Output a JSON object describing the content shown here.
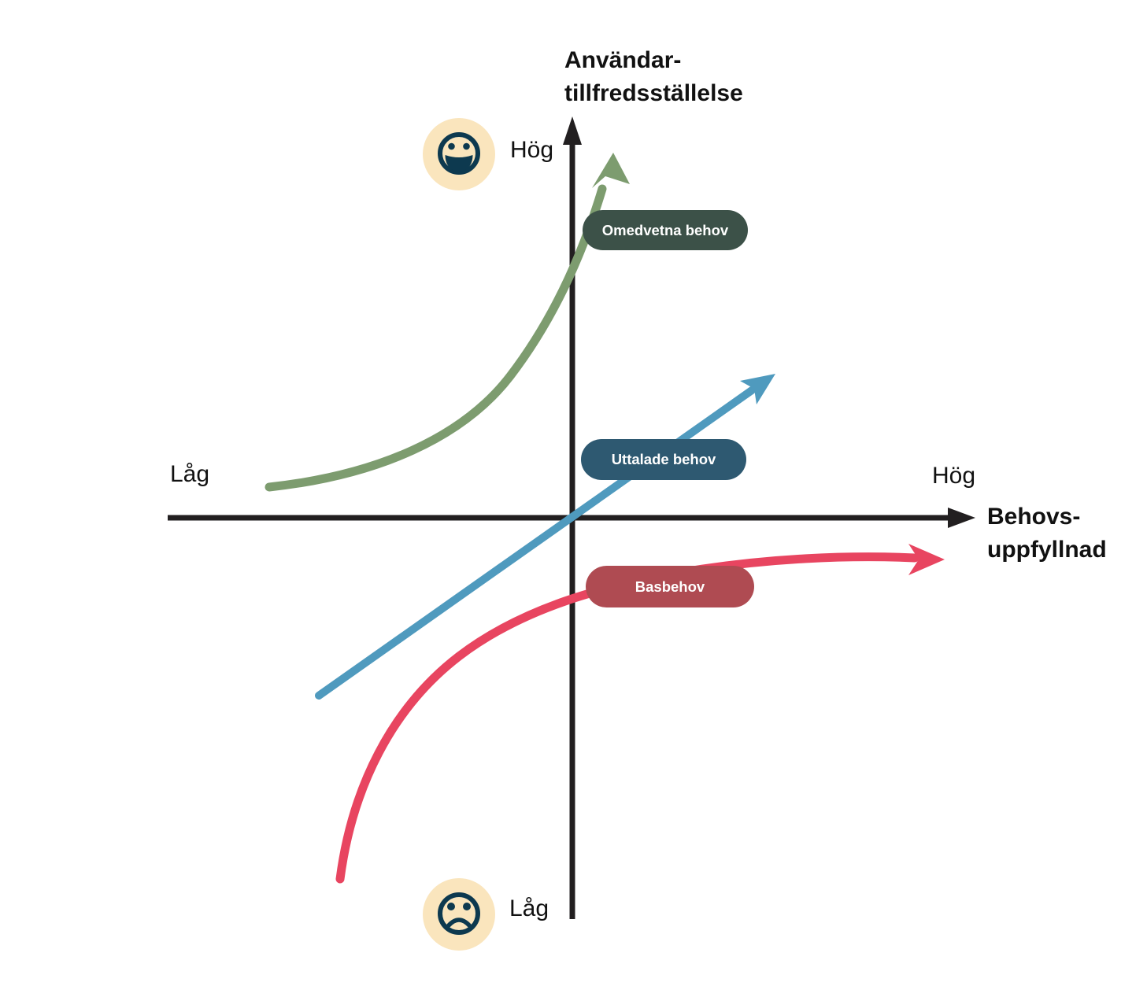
{
  "diagram": {
    "type": "kano-model-diagram",
    "background_color": "#FFFFFF",
    "axis_color": "#221F20",
    "label_color": "#111111",
    "pill_text_color": "#FFFFFF"
  },
  "y_axis": {
    "title_line1": "Användar-",
    "title_line2": "tillfredsställelse",
    "high_label": "Hög",
    "low_label": "Låg"
  },
  "x_axis": {
    "title_line1": "Behovs-",
    "title_line2": "uppfyllnad",
    "low_label": "Låg",
    "high_label": "Hög"
  },
  "curves": {
    "omedvetna": {
      "label": "Omedvetna behov",
      "line_color": "#7D9C6F",
      "pill_color": "#3C5148",
      "shape": "exponential rising curve ending in upward arrow"
    },
    "uttalade": {
      "label": "Uttalade behov",
      "line_color": "#4F9ABE",
      "pill_color": "#2E5971",
      "shape": "straight diagonal line through origin ending in up-right arrow"
    },
    "basbehov": {
      "label": "Basbehov",
      "line_color": "#E84560",
      "pill_color": "#AF4B52",
      "shape": "steep rise then saturating curve ending in right arrow"
    }
  },
  "icons": {
    "happy_face": {
      "glyph": "happy-face-icon",
      "background_color": "#FAE5BD",
      "color": "#0D394F"
    },
    "sad_face": {
      "glyph": "sad-face-icon",
      "background_color": "#FAE5BD",
      "color": "#0D394F"
    }
  }
}
